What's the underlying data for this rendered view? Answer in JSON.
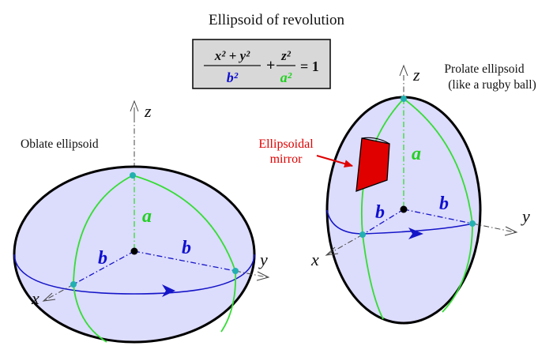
{
  "title": "Ellipsoid of revolution",
  "formula": {
    "numerator_left": "x² + y²",
    "denominator_left": "b²",
    "numerator_right": "z²",
    "denominator_right": "a²",
    "rhs": "= 1",
    "plus": "+"
  },
  "oblate": {
    "label": "Oblate ellipsoid",
    "axis_z": "z",
    "axis_x": "x",
    "axis_y": "y",
    "semi_axis_a": "a",
    "semi_axis_b1": "b",
    "semi_axis_b2": "b"
  },
  "prolate": {
    "label_line1": "Prolate ellipsoid",
    "label_line2": "(like a rugby ball)",
    "axis_z": "z",
    "axis_x": "x",
    "axis_y": "y",
    "semi_axis_a": "a",
    "semi_axis_b1": "b",
    "semi_axis_b2": "b",
    "mirror_line1": "Ellipsoidal",
    "mirror_line2": "mirror"
  },
  "colors": {
    "fill": "#dcdcfc",
    "outline": "#000000",
    "meridian": "#33dd33",
    "equator": "#1515c8",
    "axis": "#1515c8",
    "point": "#22b0b0",
    "mirror": "#e00000",
    "formula_box": "#d8d8d8"
  }
}
